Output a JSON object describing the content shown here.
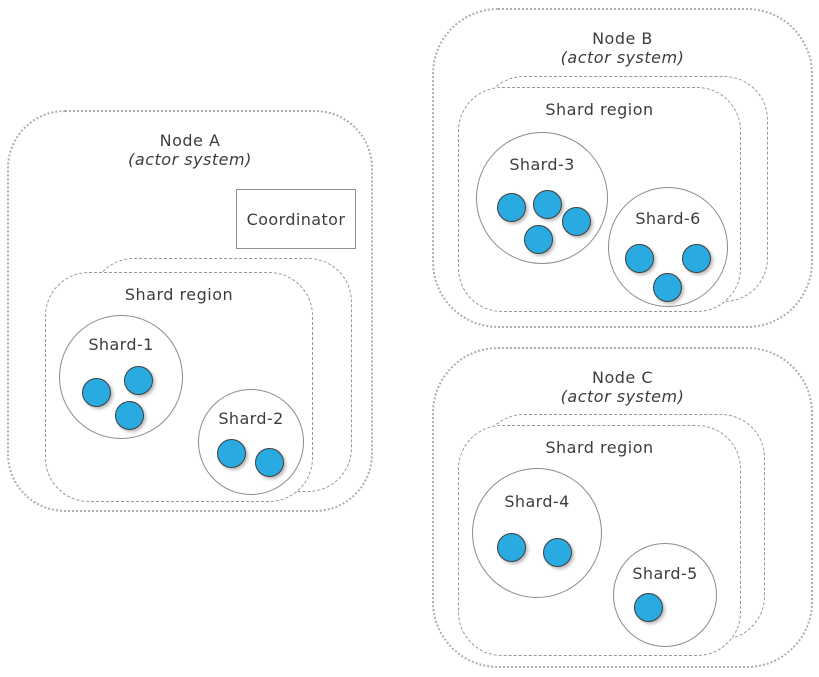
{
  "diagram": {
    "actor_color": "#29abe2",
    "nodes": [
      {
        "title": "Node A",
        "subtitle": "(actor system)",
        "coordinator_label": "Coordinator",
        "region_label": "Shard region",
        "shards": [
          {
            "label": "Shard-1",
            "actors": 3
          },
          {
            "label": "Shard-2",
            "actors": 2
          }
        ]
      },
      {
        "title": "Node B",
        "subtitle": "(actor system)",
        "region_label": "Shard region",
        "shards": [
          {
            "label": "Shard-3",
            "actors": 4
          },
          {
            "label": "Shard-6",
            "actors": 3
          }
        ]
      },
      {
        "title": "Node C",
        "subtitle": "(actor system)",
        "region_label": "Shard region",
        "shards": [
          {
            "label": "Shard-4",
            "actors": 2
          },
          {
            "label": "Shard-5",
            "actors": 1
          }
        ]
      }
    ]
  }
}
